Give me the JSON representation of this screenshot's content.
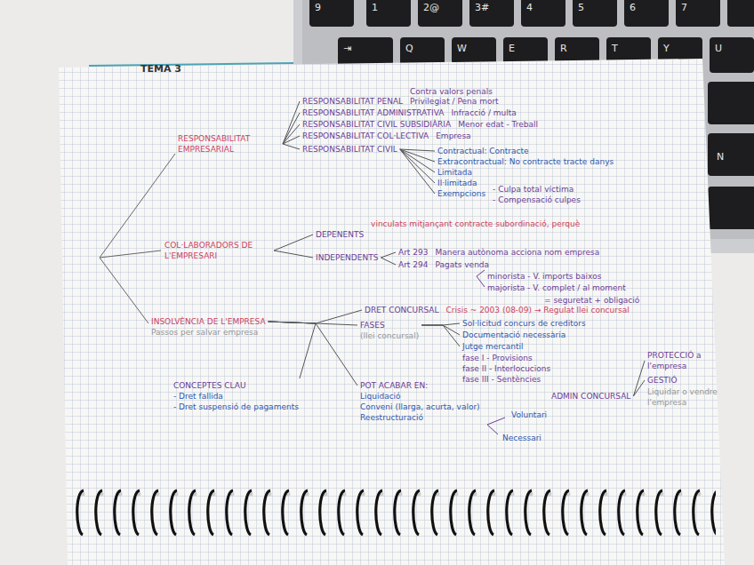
{
  "diagram": {
    "title": "TEMA 3",
    "nodes": [
      {
        "text": [
          "RESPONSABILITAT EMPRESARIAL"
        ]
      },
      {
        "text": [
          "RESPONSABILITAT PENAL"
        ]
      },
      {
        "text": [
          "RESPONSABILITAT ADMINISTRATIVA"
        ]
      },
      {
        "text": [
          "RESPONSABILITAT CIVIL SUBSIDIÀRIA"
        ]
      },
      {
        "text": [
          "RESPONSABILITAT COL·LECTIVA"
        ]
      },
      {
        "text": [
          "RESPONSABILITAT CIVIL"
        ]
      },
      {
        "text": [
          "Contractual: Contracte"
        ]
      },
      {
        "text": [
          "Extracontractual: No contracte tracte danys"
        ]
      },
      {
        "text": [
          "Limitada"
        ]
      },
      {
        "text": [
          "Il·limitada"
        ]
      },
      {
        "text": [
          "Exempcions"
        ]
      },
      {
        "text": [
          "COL·LABORADORS DE L'EMPRESARI"
        ]
      },
      {
        "text": [
          "DEPENENTS"
        ]
      },
      {
        "text": [
          "INDEPENDENTS"
        ]
      },
      {
        "text": [
          "Art 293"
        ]
      },
      {
        "text": [
          "Art 294"
        ]
      },
      {
        "text": [
          "INSOLVÈNCIA DE L'EMPRESA",
          "Passos per salvar empresa"
        ]
      },
      {
        "text": [
          "DRET CONCURSAL"
        ]
      },
      {
        "text": [
          "FASES",
          "(llei concursal)"
        ]
      },
      {
        "text": [
          "POT ACABAR EN:",
          "Liquidació",
          "Conveni (llarga, acurta, valor)",
          "Reestructuració"
        ]
      },
      {
        "text": [
          "CONCEPTES CLAU",
          "- Dret fallida",
          "- Dret suspensió de pagaments"
        ]
      },
      {
        "text": [
          "Sol·licitud concurs de creditors"
        ]
      },
      {
        "text": [
          "Documentació necessària"
        ]
      },
      {
        "text": [
          "Jutge mercantil"
        ]
      },
      {
        "text": [
          "ADMIN CONCURSAL"
        ]
      },
      {
        "text": [
          "PROTECCIÓ a l'empresa"
        ]
      },
      {
        "text": [
          "GESTIÓ"
        ]
      }
    ],
    "edges": [
      {
        "from": 0,
        "to": 1,
        "arrow": "none"
      },
      {
        "from": 0,
        "to": 2,
        "arrow": "none"
      },
      {
        "from": 0,
        "to": 3,
        "arrow": "none"
      },
      {
        "from": 0,
        "to": 4,
        "arrow": "none"
      },
      {
        "from": 0,
        "to": 5,
        "arrow": "none"
      },
      {
        "from": 5,
        "to": 6,
        "arrow": "none"
      },
      {
        "from": 5,
        "to": 7,
        "arrow": "none"
      },
      {
        "from": 5,
        "to": 8,
        "arrow": "none"
      },
      {
        "from": 5,
        "to": 9,
        "arrow": "none"
      },
      {
        "from": 5,
        "to": 10,
        "arrow": "none"
      },
      {
        "from": 11,
        "to": 12,
        "arrow": "none"
      },
      {
        "from": 11,
        "to": 13,
        "arrow": "none"
      },
      {
        "from": 13,
        "to": 14,
        "arrow": "none"
      },
      {
        "from": 13,
        "to": 15,
        "arrow": "none"
      },
      {
        "from": 16,
        "to": 17,
        "arrow": "none"
      },
      {
        "from": 16,
        "to": 18,
        "arrow": "none"
      },
      {
        "from": 16,
        "to": 19,
        "arrow": "none"
      },
      {
        "from": 16,
        "to": 20,
        "arrow": "none"
      },
      {
        "from": 18,
        "to": 21,
        "arrow": "none"
      },
      {
        "from": 18,
        "to": 22,
        "arrow": "none"
      },
      {
        "from": 18,
        "to": 23,
        "arrow": "none"
      },
      {
        "from": 24,
        "to": 25,
        "arrow": "none"
      },
      {
        "from": 24,
        "to": 26,
        "arrow": "none"
      }
    ],
    "labels": [
      "Contra valors penals",
      "Privilegiat / Pena mort",
      "Infracció / multa",
      "Menor edat - Treball",
      "Empresa",
      "- Culpa total víctima",
      "- Compensació culpes",
      "vinculats mitjançant contracte subordinació, perquè",
      "Manera autònoma acciona nom empresa",
      "Pagats venda",
      "minorista - V. imports baixos",
      "majorista - V. complet / al moment",
      "= seguretat + obligació",
      "Crisis ~ 2003 (08-09) → Regulat llei concursal",
      "fase I - Provisions",
      "fase II - Interlocucions",
      "fase III - Sentències",
      "Voluntari",
      "Necessari",
      "Liquidar o vendre l'empresa",
      "9",
      "1",
      "2@",
      "3#",
      "4",
      "5",
      "6",
      "7",
      "⇥",
      "Q",
      "W",
      "E",
      "R",
      "T",
      "Y",
      "U",
      "N"
    ]
  }
}
